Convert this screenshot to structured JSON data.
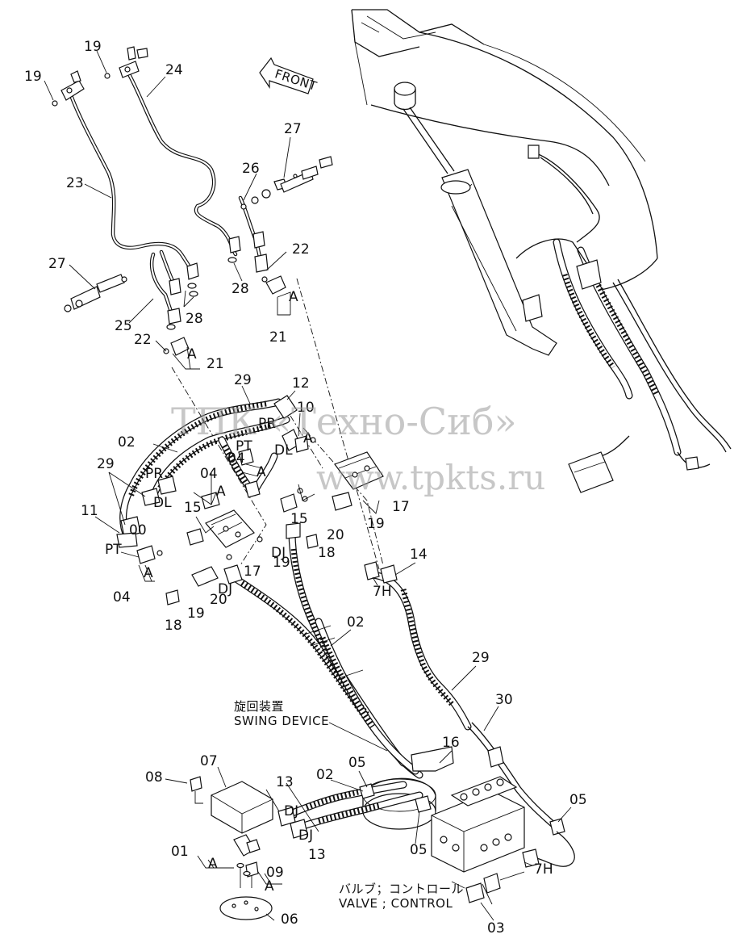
{
  "labels": {
    "l19a": "19",
    "l19b": "19",
    "l24": "24",
    "l23": "23",
    "l27a": "27",
    "l26": "26",
    "l22a": "22",
    "l28a": "28",
    "l27b": "27",
    "l28b": "28",
    "l25": "25",
    "l22b": "22",
    "l21a": "21",
    "l21b": "21",
    "lAa": "A",
    "lAb": "A",
    "l29a": "29",
    "l12": "12",
    "l10": "10",
    "lPRa": "PR",
    "lPTa": "PT",
    "lDLa": "DL",
    "l02a": "02",
    "l04a": "04",
    "l04b": "04",
    "lAc": "A",
    "lAd": "A",
    "lAe": "A",
    "l29b": "29",
    "lPRb": "PR",
    "lDLb": "DL",
    "l11": "11",
    "l00": "00",
    "l15a": "15",
    "l15b": "15",
    "lPTb": "PT",
    "l04c": "04",
    "lAf": "A",
    "l17a": "17",
    "l17b": "17",
    "l19c": "19",
    "l19d": "19",
    "l19e": "19",
    "l20a": "20",
    "l20b": "20",
    "l18a": "18",
    "l18b": "18",
    "lDJa": "DJ",
    "lDJb": "DJ",
    "l14": "14",
    "l7Ha": "7H",
    "l02b": "02",
    "l29c": "29",
    "l30": "30",
    "l16": "16",
    "l05a": "05",
    "l05b": "05",
    "l05c": "05",
    "l02c": "02",
    "l13a": "13",
    "l13b": "13",
    "lDJc": "DJ",
    "lDJd": "DJ",
    "l07": "07",
    "l08": "08",
    "l01": "01",
    "lAg": "A",
    "l09": "09",
    "lAh": "A",
    "l06": "06",
    "l03": "03",
    "l7Hb": "7H"
  },
  "captions": {
    "front": "FRONT",
    "swing_jp": "旋回装置",
    "swing_en": "SWING DEVICE",
    "valve_jp": "バルブ；コントロール",
    "valve_en": "VALVE ; CONTROL"
  },
  "watermark": {
    "line1": "ТПК «Техно-Сиб»",
    "line2": "www.tpkts.ru"
  }
}
